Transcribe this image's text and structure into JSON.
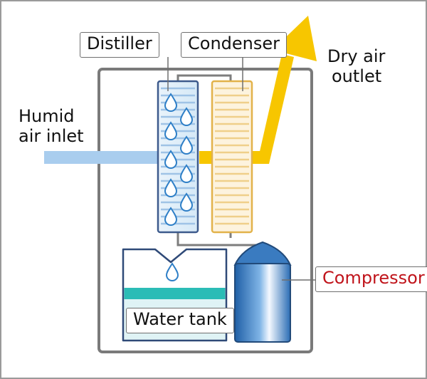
{
  "labels": {
    "distiller": "Distiller",
    "condenser": "Condenser",
    "humid_inlet_line1": "Humid",
    "humid_inlet_line2": "air inlet",
    "dry_outlet_line1": "Dry air",
    "dry_outlet_line2": "outlet",
    "compressor": "Compressor",
    "water_tank": "Water tank"
  },
  "colors": {
    "humid_air": "#a9cdee",
    "dry_air": "#f7c600",
    "compressor_label": "#c0141b",
    "water": "#2bbcb6",
    "distiller_outline": "#3d5a8c",
    "condenser_outline": "#e2b24a",
    "water_drop": "#2e7fc7"
  }
}
